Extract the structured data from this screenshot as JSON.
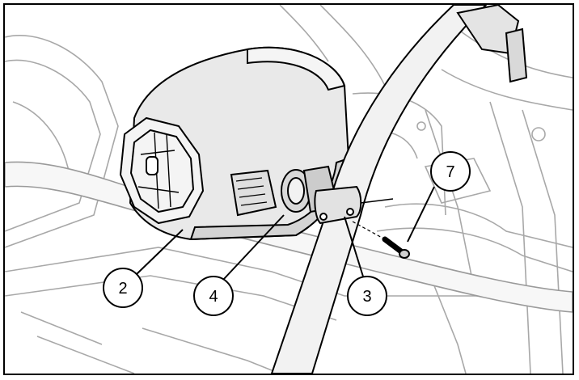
{
  "figure": {
    "description_free": true,
    "colors": {
      "line": "#000000",
      "ghost_line": "#9a9a9a",
      "ghost_fill": "#f2f2f2",
      "part_fill": "#e6e6e6",
      "part_dark": "#cfcfcf",
      "background": "#ffffff"
    },
    "callouts": [
      {
        "id": "callout-2",
        "label": "2"
      },
      {
        "id": "callout-4",
        "label": "4"
      },
      {
        "id": "callout-3",
        "label": "3"
      },
      {
        "id": "callout-7",
        "label": "7"
      }
    ]
  }
}
